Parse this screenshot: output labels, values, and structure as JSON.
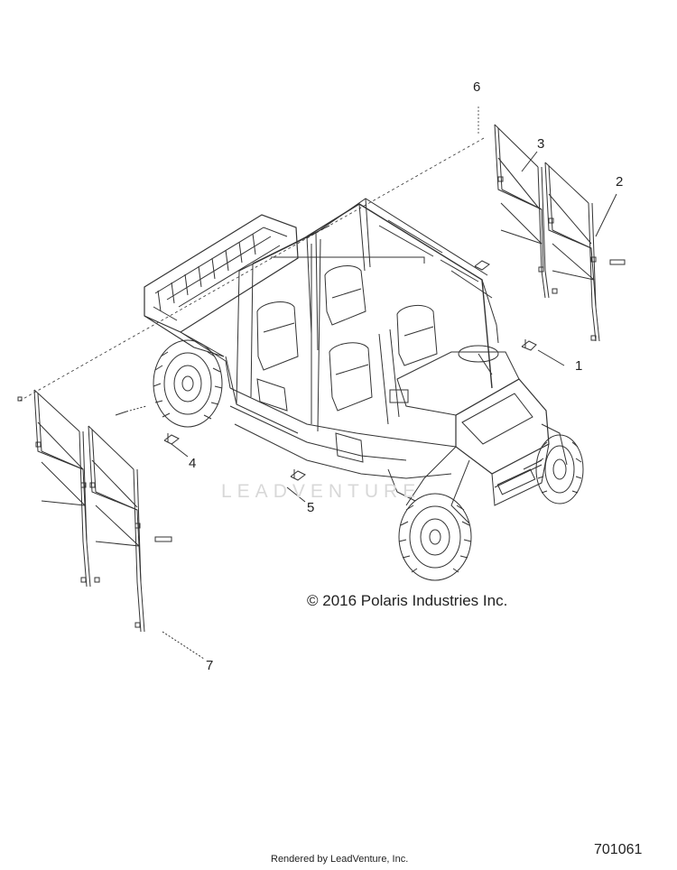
{
  "callouts": [
    {
      "id": "1",
      "label": "1"
    },
    {
      "id": "2",
      "label": "2"
    },
    {
      "id": "3",
      "label": "3"
    },
    {
      "id": "4",
      "label": "4"
    },
    {
      "id": "5",
      "label": "5"
    },
    {
      "id": "6",
      "label": "6"
    },
    {
      "id": "7",
      "label": "7"
    }
  ],
  "copyright": "© 2016 Polaris Industries Inc.",
  "watermark": "LEADVENTURE",
  "footer": "Rendered by LeadVenture, Inc.",
  "diagram_id": "701061",
  "colors": {
    "line": "#333333",
    "text": "#222222",
    "watermark": "#d8d8d8"
  }
}
